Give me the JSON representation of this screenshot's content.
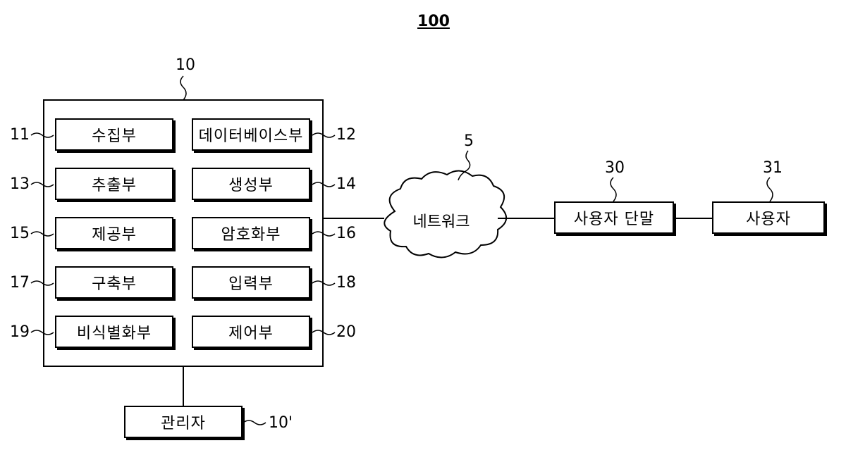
{
  "figure_ref": "100",
  "server": {
    "ref": "10",
    "units_left": [
      {
        "label": "수집부",
        "ref": "11"
      },
      {
        "label": "추출부",
        "ref": "13"
      },
      {
        "label": "제공부",
        "ref": "15"
      },
      {
        "label": "구축부",
        "ref": "17"
      },
      {
        "label": "비식별화부",
        "ref": "19"
      }
    ],
    "units_right": [
      {
        "label": "데이터베이스부",
        "ref": "12"
      },
      {
        "label": "생성부",
        "ref": "14"
      },
      {
        "label": "암호화부",
        "ref": "16"
      },
      {
        "label": "입력부",
        "ref": "18"
      },
      {
        "label": "제어부",
        "ref": "20"
      }
    ]
  },
  "admin": {
    "label": "관리자",
    "ref": "10'"
  },
  "network": {
    "label": "네트워크",
    "ref": "5"
  },
  "user_terminal": {
    "label": "사용자 단말",
    "ref": "30"
  },
  "user": {
    "label": "사용자",
    "ref": "31"
  }
}
